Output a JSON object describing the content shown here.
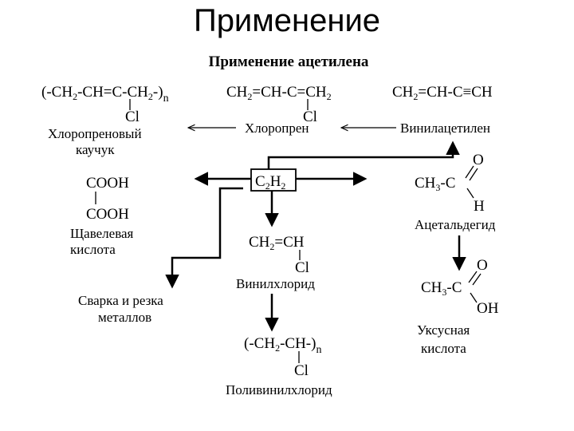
{
  "slide_title": "Применение",
  "diagram": {
    "heading": "Применение ацетилена",
    "center": {
      "formula": "C2H2"
    },
    "chloroprene_rubber": {
      "chain_left": "(-CH",
      "chain_mid": "-CH=C-CH",
      "chain_right": "-)",
      "n": "n",
      "cl": "Cl",
      "name_1": "Хлоропреновый",
      "name_2": "каучук"
    },
    "chloroprene": {
      "formula_a": "CH",
      "formula_b": "=CH-C=CH",
      "cl": "Cl",
      "name": "Хлоропрен"
    },
    "vinylacetylene": {
      "formula_a": "CH",
      "formula_b": "=CH-C≡CH",
      "name": "Винилацетилен"
    },
    "oxalic_acid": {
      "top": "COOH",
      "bottom": "COOH",
      "name_1": "Щавелевая",
      "name_2": "кислота"
    },
    "acetaldehyde": {
      "ch3": "CH",
      "c": "-C",
      "o": "O",
      "h": "H",
      "name": "Ацетальдегид"
    },
    "acetic_acid": {
      "ch3": "CH",
      "c": "-C",
      "o": "O",
      "oh": "OH",
      "name_1": "Уксусная",
      "name_2": "кислота"
    },
    "welding": {
      "name_1": "Сварка и резка",
      "name_2": "металлов"
    },
    "vinyl_chloride": {
      "formula_a": "CH",
      "formula_b": "=CH",
      "cl": "Cl",
      "name": "Винилхлорид"
    },
    "pvc": {
      "chain_left": "(-CH",
      "chain_right": "-CH-)",
      "n": "n",
      "cl": "Cl",
      "name": "Поливинилхлорид"
    },
    "subscripts": {
      "two": "2",
      "three": "3"
    }
  }
}
